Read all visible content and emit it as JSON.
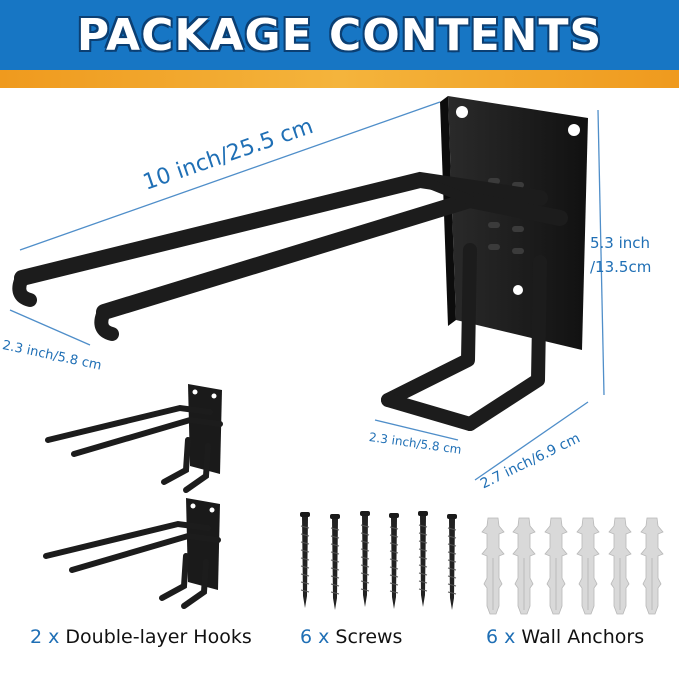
{
  "banner": {
    "title": "PACKAGE CONTENTS"
  },
  "dimensions": {
    "length": "10 inch/25.5 cm",
    "height_in": "5.3 inch",
    "height_cm": "/13.5cm",
    "hook_spacing": "2.3 inch/5.8 cm",
    "bracket_width": "2.3 inch/5.8 cm",
    "bracket_depth": "2.7 inch/6.9 cm"
  },
  "items": [
    {
      "qty": "2 x",
      "label": "Double-layer Hooks"
    },
    {
      "qty": "6 x",
      "label": "Screws"
    },
    {
      "qty": "6 x",
      "label": "Wall Anchors"
    }
  ],
  "colors": {
    "banner_blue": "#1776c4",
    "banner_orange": "#f4b43c",
    "dimension_blue": "#1f6fb5",
    "hook_black": "#1c1c1c",
    "anchor_gray": "#d9d9d9"
  }
}
